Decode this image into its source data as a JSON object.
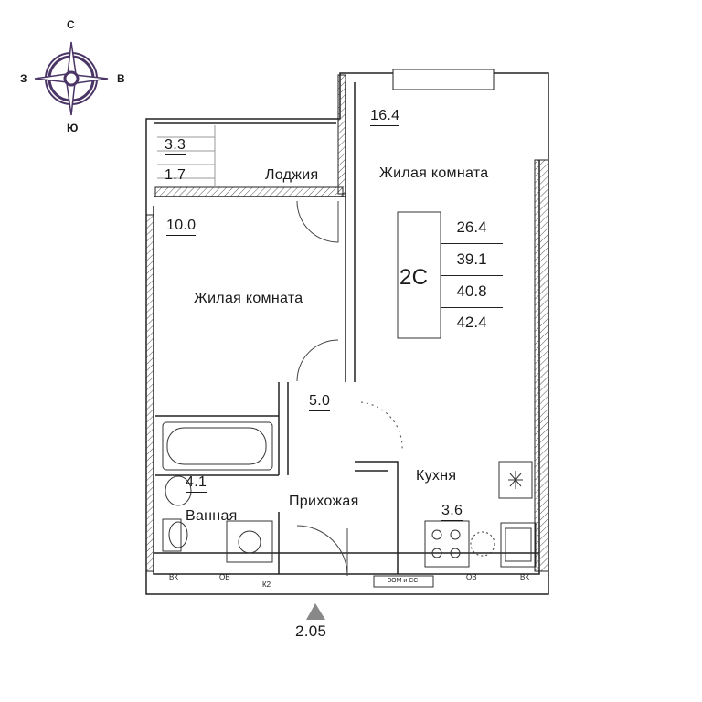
{
  "compass": {
    "north": "С",
    "south": "Ю",
    "west": "З",
    "east": "В",
    "color": "#4a3566"
  },
  "rooms": {
    "living_room_1": {
      "label": "Жилая комната",
      "area": "16.4"
    },
    "loggia": {
      "label": "Лоджия",
      "area_1": "3.3",
      "area_2": "1.7"
    },
    "living_room_2": {
      "label": "Жилая комната",
      "area": "10.0"
    },
    "hallway": {
      "label": "Прихожая",
      "area": "5.0"
    },
    "bathroom": {
      "label": "Ванная",
      "area": "4.1"
    },
    "kitchen": {
      "label": "Кухня",
      "area": "3.6"
    }
  },
  "apartment": {
    "type": "2С",
    "areas": [
      "26.4",
      "39.1",
      "40.8",
      "42.4"
    ]
  },
  "ceiling_height": "2.05",
  "utility_labels": {
    "bk": "ВК",
    "ob": "ОВ",
    "k2": "К2",
    "zom": "ЗОМ и СС"
  }
}
